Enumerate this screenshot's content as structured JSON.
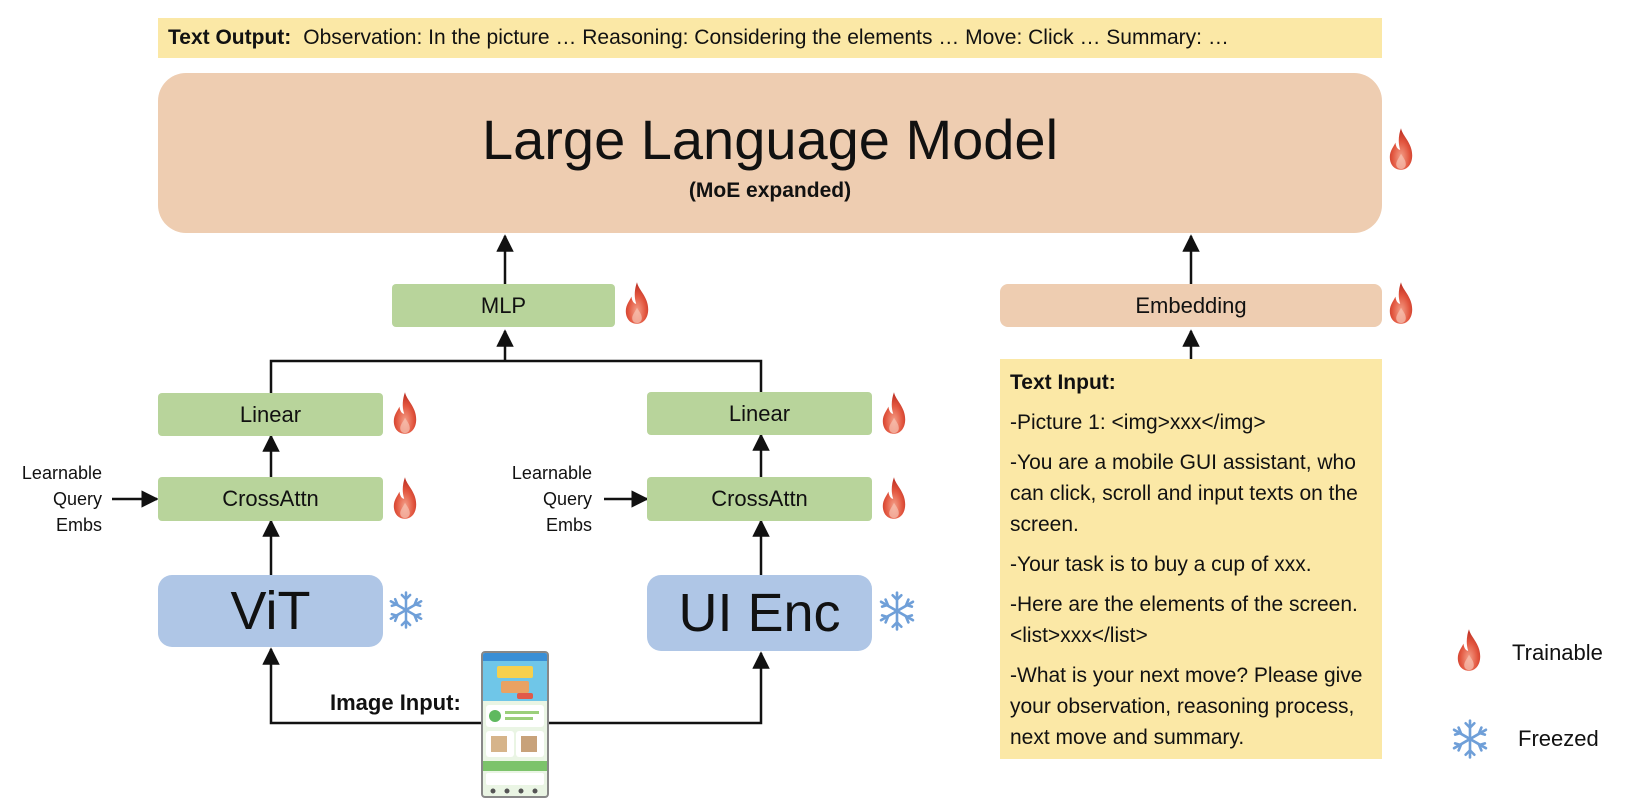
{
  "text_output": {
    "label": "Text Output:",
    "value": "Observation: In the picture … Reasoning: Considering the elements … Move: Click … Summary: …"
  },
  "llm": {
    "title": "Large Language Model",
    "subtitle": "(MoE expanded)"
  },
  "blocks": {
    "mlp": "MLP",
    "embedding": "Embedding",
    "linear_left": "Linear",
    "linear_right": "Linear",
    "crossattn_left": "CrossAttn",
    "crossattn_right": "CrossAttn",
    "vit": "ViT",
    "ui_enc": "UI Enc"
  },
  "query_label": {
    "line1": "Learnable",
    "line2": "Query",
    "line3": "Embs"
  },
  "image_input_label": "Image Input:",
  "text_input": {
    "title": "Text Input:",
    "items": [
      "-Picture 1: <img>xxx</img>",
      "-You are a mobile GUI assistant, who can click, scroll and input texts on the screen.",
      "-Your task is to buy a cup of xxx.",
      "-Here are the elements of the screen. <list>xxx</list>",
      "-What is your next move? Please give your observation, reasoning process, next move and summary."
    ]
  },
  "legend": {
    "trainable": "Trainable",
    "freezed": "Freezed"
  },
  "icons": {
    "trainable": "fire-icon",
    "freezed": "snowflake-icon"
  },
  "colors": {
    "llm_fill": "#eecdb1",
    "trainable_block_fill": "#b8d49b",
    "encoder_fill": "#afc6e6",
    "text_box_fill": "#fbe8a6",
    "fire": "#d8412f",
    "snowflake": "#6f9fd8"
  }
}
